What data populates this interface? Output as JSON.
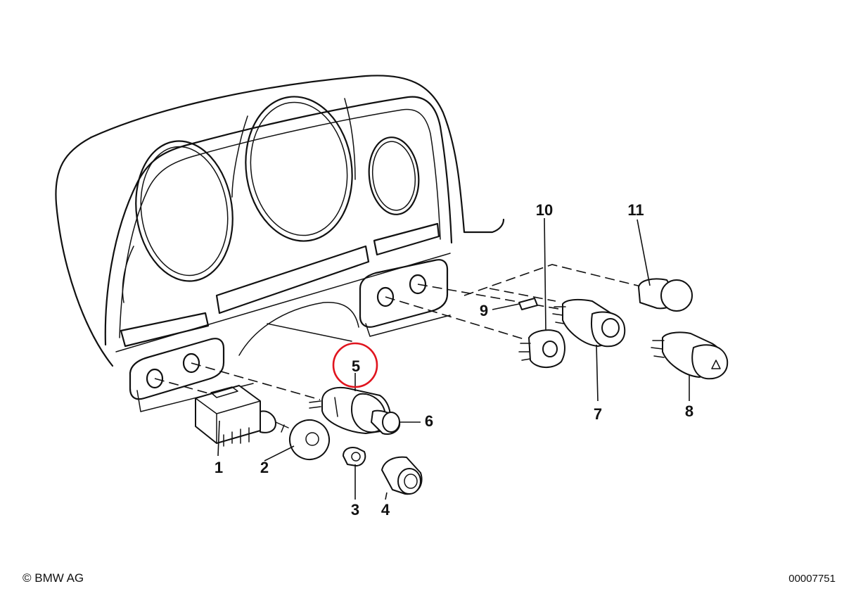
{
  "diagram": {
    "callouts": [
      {
        "id": "1",
        "label": "1"
      },
      {
        "id": "2",
        "label": "2"
      },
      {
        "id": "3",
        "label": "3"
      },
      {
        "id": "4",
        "label": "4"
      },
      {
        "id": "5",
        "label": "5"
      },
      {
        "id": "6",
        "label": "6"
      },
      {
        "id": "7",
        "label": "7"
      },
      {
        "id": "8",
        "label": "8"
      },
      {
        "id": "9",
        "label": "9"
      },
      {
        "id": "10",
        "label": "10"
      },
      {
        "id": "11",
        "label": "11"
      }
    ],
    "highlight": {
      "callout": "5",
      "color": "#e0141e"
    }
  },
  "footer": {
    "copyright": "© BMW AG",
    "part_number": "00007751"
  }
}
